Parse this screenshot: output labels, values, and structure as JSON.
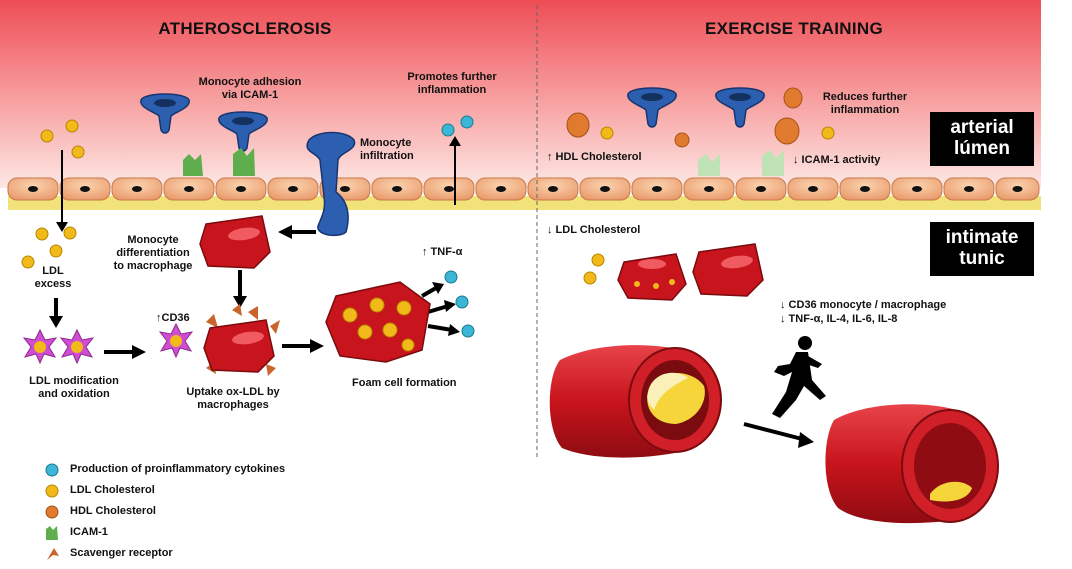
{
  "left_panel": {
    "title": "ATHEROSCLEROSIS",
    "monocyte_adhesion": [
      "Monocyte adhesion",
      "via ICAM-1"
    ],
    "promotes_inflammation": [
      "Promotes further",
      "inflammation"
    ],
    "monocyte_infiltration": [
      "Monocyte",
      "infiltration"
    ],
    "monocyte_differentiation": [
      "Monocyte",
      "differentiation",
      "to macrophage"
    ],
    "tnf_up": "↑ TNF-α",
    "ldl_excess": [
      "LDL",
      "excess"
    ],
    "cd36_up": "↑CD36",
    "ldl_modification": [
      "LDL modification",
      "and oxidation"
    ],
    "uptake_oxldl": [
      "Uptake ox-LDL by",
      "macrophages"
    ],
    "foam_cell": "Foam cell formation"
  },
  "right_panel": {
    "title": "EXERCISE TRAINING",
    "reduces_inflammation": [
      "Reduces further",
      "inflammation"
    ],
    "hdl_up": "↑ HDL Cholesterol",
    "icam_down": "↓ ICAM-1 activity",
    "ldl_down": "↓ LDL Cholesterol",
    "cd36_down": "↓ CD36 monocyte / macrophage",
    "cytokines_down": "↓ TNF-α, IL-4, IL-6, IL-8"
  },
  "layer_labels": {
    "arterial_lumen": [
      "arterial",
      "lúmen"
    ],
    "intimate_tunic": [
      "intimate",
      "tunic"
    ]
  },
  "legend": [
    {
      "icon": "cytokine-circle-icon",
      "label": "Production of proinflammatory cytokines"
    },
    {
      "icon": "ldl-circle-icon",
      "label": "LDL Cholesterol"
    },
    {
      "icon": "hdl-circle-icon",
      "label": "HDL Cholesterol"
    },
    {
      "icon": "icam-receptor-icon",
      "label": "ICAM-1"
    },
    {
      "icon": "scavenger-receptor-icon",
      "label": "Scavenger receptor"
    }
  ],
  "colors": {
    "lumen_top": "#ee4d55",
    "endothelial_cell": "#f5b68a",
    "basement": "#f2e27a",
    "monocyte": "#2d5fb0",
    "macrophage": "#c8141c",
    "ldl": "#f2b91a",
    "hdl": "#e07a2e",
    "cytokine": "#3cb6d6",
    "icam": "#5fae4e",
    "scavenger": "#c9642a"
  }
}
